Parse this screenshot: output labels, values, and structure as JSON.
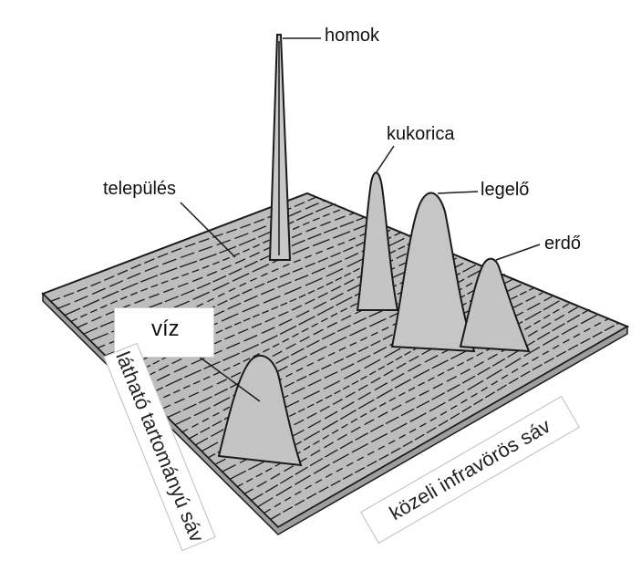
{
  "labels": {
    "homok": "homok",
    "kukorica": "kukorica",
    "legelo": "legelő",
    "erdo": "erdő",
    "telepules": "település",
    "viz": "víz"
  },
  "axes": {
    "visible": "látható tartományú sáv",
    "near_infrared": "közeli infravörös sáv"
  },
  "colors": {
    "surface_fill": "#bdbdbd",
    "contour_line": "#1a1a1a",
    "background": "#ffffff"
  }
}
